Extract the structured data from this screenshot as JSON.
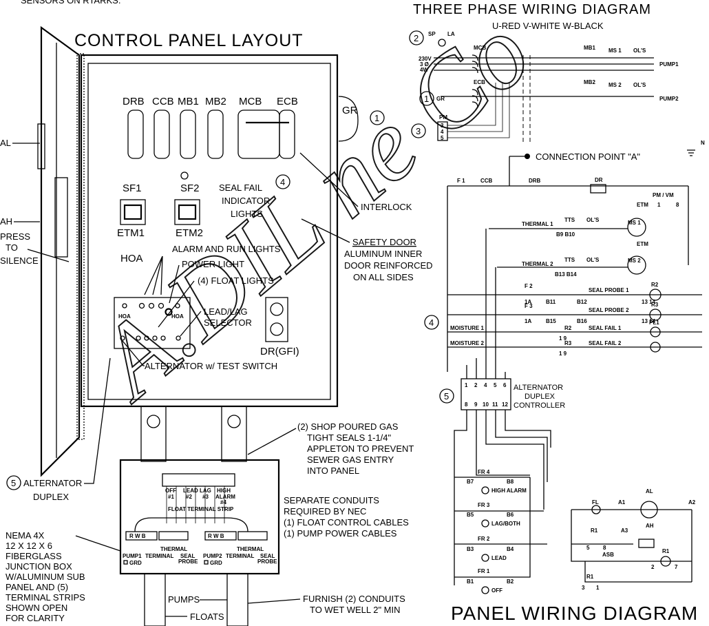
{
  "titles": {
    "control_panel": "CONTROL PANEL LAYOUT",
    "three_phase": "THREE PHASE WIRING DIAGRAM",
    "phase_colors": "U-RED   V-WHITE   W-BLACK",
    "panel_wiring": "PANEL WIRING DIAGRAM",
    "top_cut": "SENSORS ON RTARKS."
  },
  "panel": {
    "breakers": [
      "DRB",
      "CCB",
      "MB1",
      "MB2",
      "MCB",
      "ECB"
    ],
    "gr": "GR",
    "sf1": "SF1",
    "sf2": "SF2",
    "etm1": "ETM1",
    "etm2": "ETM2",
    "hoa": "HOA",
    "hoa_small": "HOA",
    "dr_gfi": "DR(GFI)",
    "seal_fail": [
      "SEAL FAIL",
      "INDICATOR",
      "LIGHTS"
    ],
    "interlock": "INTERLOCK",
    "safety_door": [
      "SAFETY DOOR",
      "ALUMINUM INNER",
      "DOOR REINFORCED",
      "ON ALL SIDES"
    ],
    "alarm_run": "ALARM AND RUN LIGHTS",
    "power_light": "POWER LIGHT",
    "float_lights": "(4) FLOAT LIGHTS",
    "lead_lag": [
      "LEAD/LAG",
      "SELECTOR"
    ],
    "alternator_test": "ALTERNATOR w/ TEST SWITCH",
    "left_labels": [
      "AL",
      "AH",
      "PRESS",
      "TO",
      "SILENCE"
    ],
    "callout_4": "4",
    "callout_1": "1"
  },
  "junction": {
    "float_strip_terms": [
      "OFF",
      "LEAD",
      "LAG",
      "HIGH"
    ],
    "float_strip_nums": [
      "#1",
      "#2",
      "#3",
      "ALARM",
      "#4"
    ],
    "float_strip_label": "FLOAT TERMINAL STRIP",
    "rwb": "R W B",
    "pump1": "PUMP1",
    "pump2": "PUMP2",
    "terminal": "TERMINAL",
    "thermal": "THERMAL",
    "seal_probe": [
      "SEAL",
      "PROBE"
    ],
    "grd": "GRD",
    "pumps": "PUMPS",
    "floats": "FLOATS"
  },
  "notes": {
    "shop_seals": [
      "(2) SHOP POURED GAS",
      "TIGHT SEALS 1-1/4\"",
      "APPLETON TO PREVENT",
      "SEWER GAS ENTRY",
      "INTO PANEL"
    ],
    "separate_conduits": [
      "SEPARATE CONDUITS",
      "REQUIRED BY NEC",
      "(1) FLOAT CONTROL CABLES",
      "(1) PUMP POWER CABLES"
    ],
    "alternator_duplex": [
      "ALTERNATOR",
      "DUPLEX"
    ],
    "alternator_duplex_num": "5",
    "nema": [
      "NEMA 4X",
      "12 X 12 X 6",
      "FIBERGLASS",
      "JUNCTION BOX",
      "W/ALUMINUM SUB",
      "PANEL AND (5)",
      "TERMINAL STRIPS",
      "SHOWN OPEN",
      "FOR CLARITY"
    ],
    "furnish": [
      "FURNISH (2) CONDUITS",
      "TO WET WELL 2\" MIN"
    ]
  },
  "wiring": {
    "supply": [
      "230V",
      "3 Ø",
      "4W"
    ],
    "sp": "SP",
    "la": "LA",
    "mcb": "MCB",
    "ecb": "ECB",
    "mb1": "MB1",
    "mb2": "MB2",
    "ms1": "MS 1",
    "ms2": "MS 2",
    "ols": "OL'S",
    "pump1": "PUMP1",
    "pump2": "PUMP2",
    "gr": "GR",
    "pm": "PM",
    "pm_terms": [
      "3",
      "4",
      "5"
    ],
    "connection_point": "CONNECTION POINT \"A\"",
    "n": "N",
    "f1": "F 1",
    "ccb": "CCB",
    "drb": "DRB",
    "dr": "DR",
    "pm_vm": "PM / VM",
    "pm_vm_nums": [
      "1",
      "8"
    ],
    "etm": "ETM",
    "thermal1": "THERMAL 1",
    "thermal2": "THERMAL 2",
    "tts": "TTS",
    "b9b10": "B9   B10",
    "b13b14": "B13  B14",
    "ms1_coil": "MS 1",
    "ms2_coil": "MS 2",
    "f2": "F 2",
    "f3": "F 3",
    "one_a": "1A",
    "b11": "B11",
    "b12": "B12",
    "b15": "B15",
    "b16": "B16",
    "seal_probe1": "SEAL PROBE 1",
    "seal_probe2": "SEAL PROBE 2",
    "r2": "R2",
    "r3": "R3",
    "r13_14": "13    14",
    "moisture1": "MOISTURE 1",
    "moisture2": "MOISTURE 2",
    "seal_fail1": "SEAL FAIL 1",
    "seal_fail2": "SEAL FAIL 2",
    "pl1": "PL1",
    "r_small": "R2",
    "r_small3": "R3",
    "one_nine": "1   9",
    "alt_top_terms": [
      "1",
      "2",
      "4",
      "5",
      "6"
    ],
    "alt_bottom_terms": [
      "8",
      "9",
      "10",
      "11",
      "12"
    ],
    "alt_label": [
      "ALTERNATOR",
      "DUPLEX",
      "CONTROLLER"
    ],
    "fr4": "FR 4",
    "fr3": "FR 3",
    "fr2": "FR 2",
    "fr1": "FR 1",
    "b7": "B7",
    "b8": "B8",
    "b5": "B5",
    "b6": "B6",
    "b3": "B3",
    "b4": "B4",
    "b1": "B1",
    "b2": "B2",
    "high_alarm": "HIGH ALARM",
    "lag_both": "LAG/BOTH",
    "lead": "LEAD",
    "off": "OFF",
    "fl": "FL",
    "al": "AL",
    "ah": "AH",
    "a1": "A1",
    "a2": "A2",
    "a3": "A3",
    "r1": "R1",
    "asb": "ASB",
    "r1_nums": [
      "5",
      "8"
    ],
    "r1_coil": "R1",
    "r1_coil_nums": [
      "2",
      "7"
    ],
    "r1_nums2": [
      "3",
      "1"
    ],
    "callout_2": "2",
    "callout_1": "1",
    "callout_3": "3",
    "callout_4": "4",
    "callout_5": "5"
  },
  "watermark": "A.DIL ne Co",
  "colors": {
    "line": "#000000",
    "watermark": "#000000",
    "background": "#ffffff"
  }
}
